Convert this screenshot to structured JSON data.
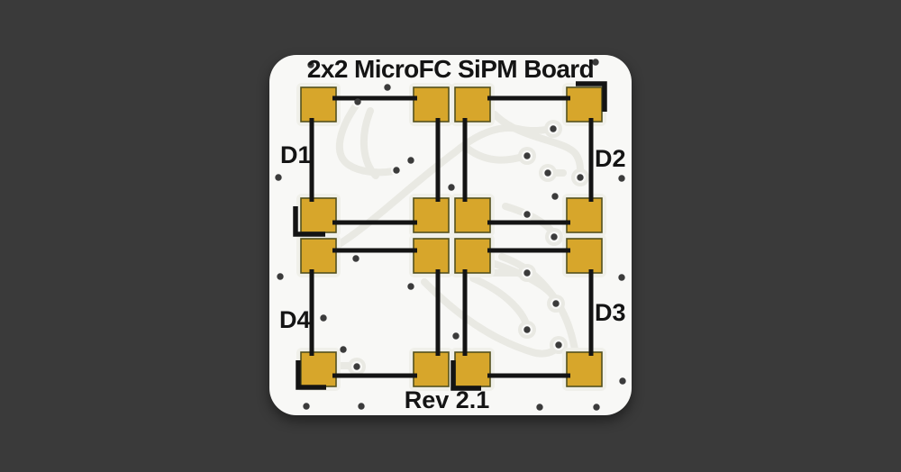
{
  "canvas": {
    "background_color": "#3a3a3a"
  },
  "board": {
    "title": "2x2 MicroFC SiPM Board",
    "revision": "Rev 2.1",
    "pad_count": 16,
    "substrate_color": "#f8f8f6",
    "trace_color": "#e9e9e3",
    "pad_halo_color": "#f0f0ea",
    "pad_fill_color": "#d7a62b",
    "pad_border_color": "#54511d",
    "silkscreen_color": "#141414",
    "via_color": "#3b3b3b",
    "devices": [
      {
        "label": "D1",
        "position": "top-left"
      },
      {
        "label": "D2",
        "position": "top-right"
      },
      {
        "label": "D3",
        "position": "bottom-right"
      },
      {
        "label": "D4",
        "position": "bottom-left"
      }
    ]
  }
}
